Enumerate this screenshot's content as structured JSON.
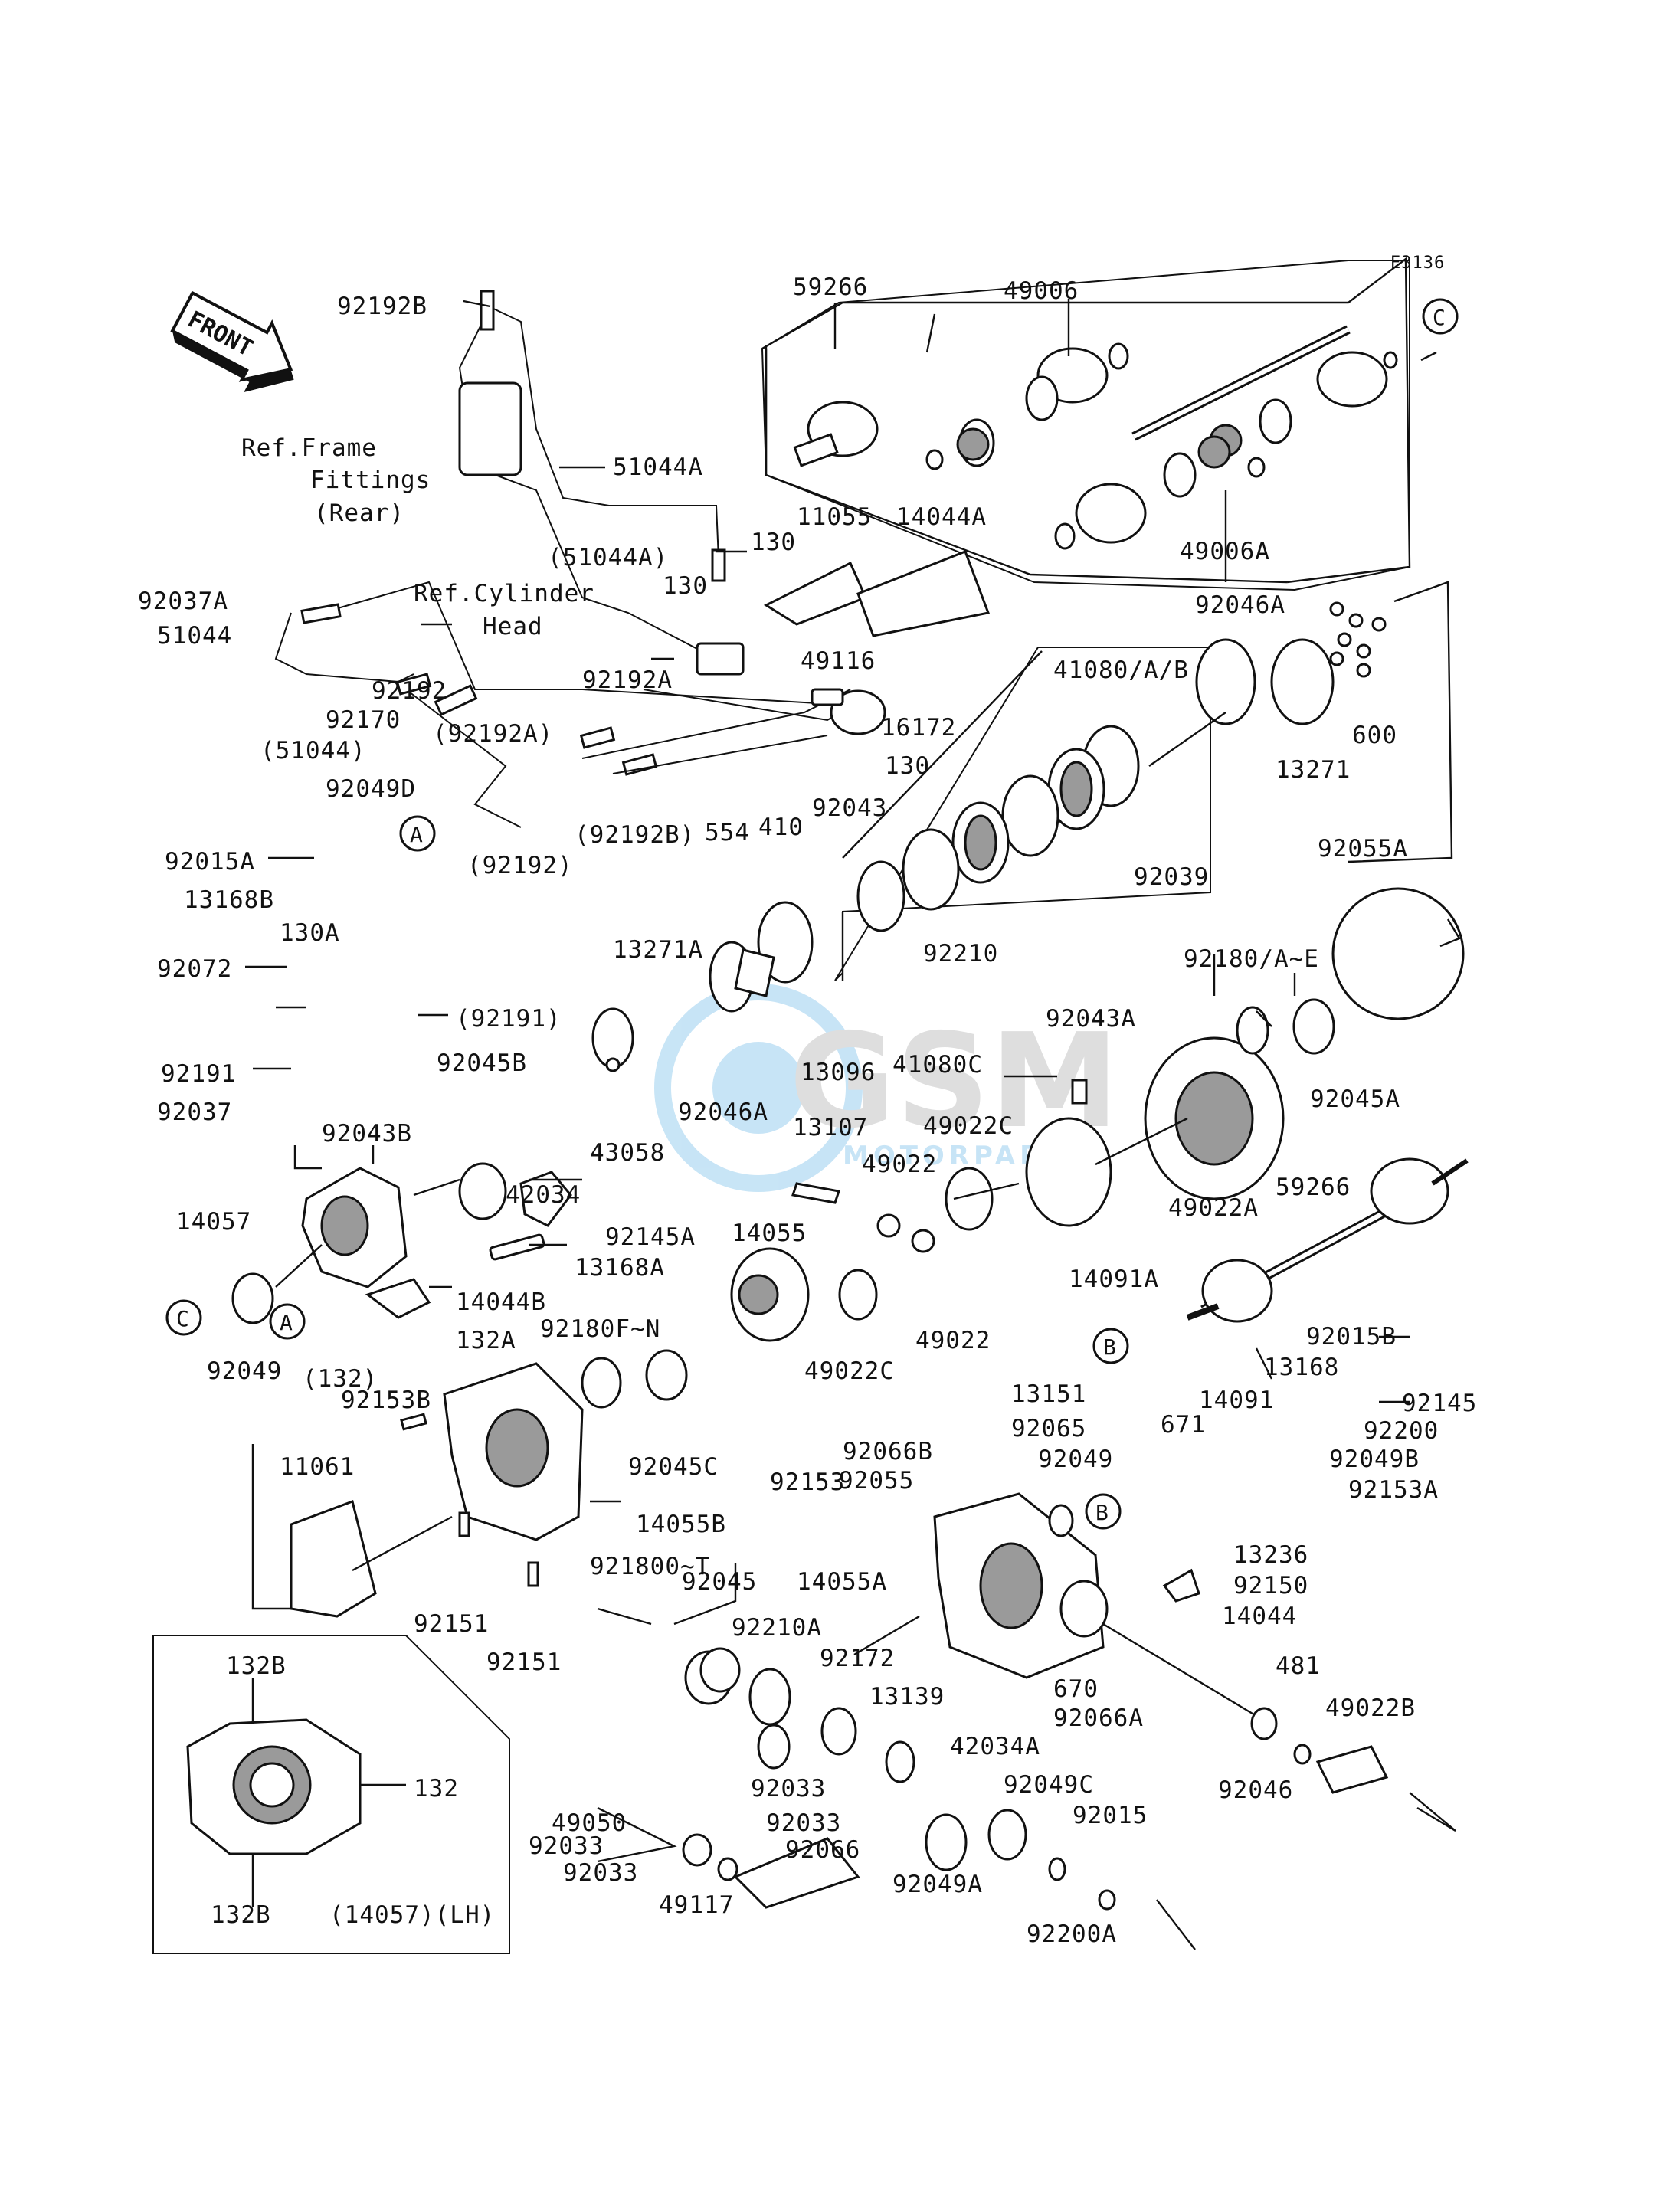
{
  "diagram_code": "E3136",
  "front_label": "FRONT",
  "parts": {
    "p59266": "59266",
    "p49006": "49006",
    "p49006A": "49006A",
    "p92192B": "92192B",
    "p51044A": "51044A",
    "p51044A_paren": "(51044A)",
    "p130_1": "130",
    "p130_2": "130",
    "p130_3": "130",
    "p11055": "11055",
    "p14044A": "14044A",
    "p92046A": "92046A",
    "p92037A": "92037A",
    "p51044": "51044",
    "p92192": "92192",
    "p92170": "92170",
    "p51044_paren": "(51044)",
    "p92192A": "92192A",
    "p92192A_paren": "(92192A)",
    "p49116": "49116",
    "p41080AB": "41080/A/B",
    "p16172": "16172",
    "p13271": "13271",
    "p600": "600",
    "p92049D": "92049D",
    "p92043": "92043",
    "p554": "554",
    "p410": "410",
    "p92192B_paren": "(92192B)",
    "p92192_paren": "(92192)",
    "p92039": "92039",
    "p92055A": "92055A",
    "p92015A": "92015A",
    "p13168B": "13168B",
    "p130A": "130A",
    "p13271A": "13271A",
    "p92210": "92210",
    "p92072": "92072",
    "p92191_paren": "(92191)",
    "p92180AE": "92180/A~E",
    "p92043A": "92043A",
    "p92191": "92191",
    "p92045B": "92045B",
    "p13096": "13096",
    "p41080C": "41080C",
    "p92045A": "92045A",
    "p92037": "92037",
    "p92043B": "92043B",
    "p92046A_2": "92046A",
    "p43058": "43058",
    "p13107": "13107",
    "p49022C_1": "49022C",
    "p42034": "42034",
    "p49022_1": "49022",
    "p49022A": "49022A",
    "p59266_2": "59266",
    "p14057": "14057",
    "p92145A": "92145A",
    "p14055": "14055",
    "p13168A": "13168A",
    "p14091A": "14091A",
    "p14044B": "14044B",
    "p49022_2": "49022",
    "p132A": "132A",
    "p49022C_2": "49022C",
    "p92049": "92049",
    "p132_paren": "(132)",
    "p92180FN": "92180F~N",
    "p92015B": "92015B",
    "p13168": "13168",
    "p92153B": "92153B",
    "p13151": "13151",
    "p14091": "14091",
    "p92145": "92145",
    "p92065": "92065",
    "p92200": "92200",
    "p671": "671",
    "p11061": "11061",
    "p92045C": "92045C",
    "p92153": "92153",
    "p92066B": "92066B",
    "p92049_2": "92049",
    "p92049B": "92049B",
    "p92055": "92055",
    "p92153A": "92153A",
    "p14055B": "14055B",
    "p921800T": "921800~T",
    "p13236": "13236",
    "p14055A": "14055A",
    "p92150": "92150",
    "p92151_1": "92151",
    "p92151_2": "92151",
    "p92045": "92045",
    "p14044": "14044",
    "p92210A": "92210A",
    "p92172": "92172",
    "p670": "670",
    "p481": "481",
    "p132B_1": "132B",
    "p13139": "13139",
    "p49022B": "49022B",
    "p92066A": "92066A",
    "p132": "132",
    "p42034A": "42034A",
    "p92046": "92046",
    "p92033_1": "92033",
    "p92049C": "92049C",
    "p49050": "49050",
    "p92033_2": "92033",
    "p92015": "92015",
    "p92033_3": "92033",
    "p92066": "92066",
    "p92033_4": "92033",
    "p49049A": "92049A",
    "p49117": "49117",
    "p92200A": "92200A",
    "p132B_2": "132B",
    "p14057LH": "(14057)(LH)"
  },
  "notes": {
    "ref_frame_line1": "Ref.Frame",
    "ref_frame_line2": "Fittings",
    "ref_frame_line3": "(Rear)",
    "ref_cyl_line1": "Ref.Cylinder",
    "ref_cyl_line2": "Head"
  },
  "callouts": {
    "A": "A",
    "B": "B",
    "C": "C"
  },
  "watermark": {
    "brand": "GSM",
    "sub": "MOTORPARTS"
  }
}
